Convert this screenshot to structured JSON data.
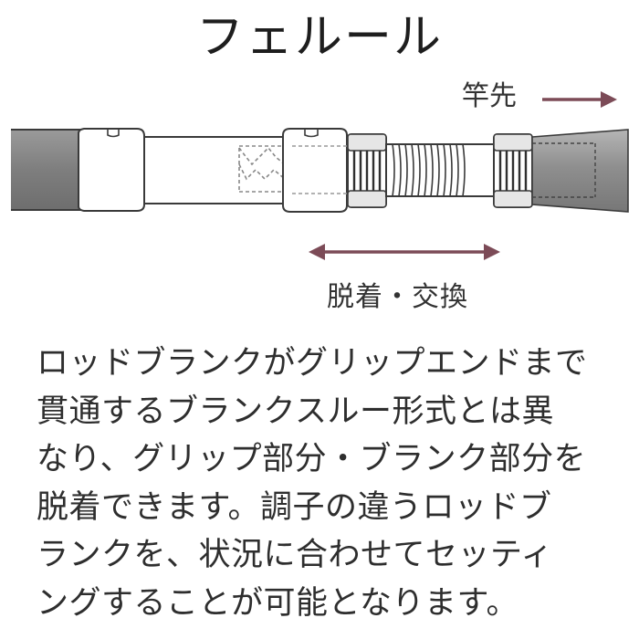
{
  "title": "フェルール",
  "labels": {
    "rod_tip": "竿先",
    "detach_swap": "脱着・交換"
  },
  "description": {
    "lines": [
      "ロッドブランクがグリップエンドまで",
      "貫通するブランクスルー形式とは異",
      "なり、グリップ部分・ブランク部分を",
      "脱着できます。調子の違うロッドブ",
      "ランクを、状況に合わせてセッティ",
      "ングすることが可能となります。"
    ]
  },
  "colors": {
    "arrow": "#7c4b57",
    "rod_gray": "#7d7d7d",
    "outline": "#3a3a3a"
  }
}
